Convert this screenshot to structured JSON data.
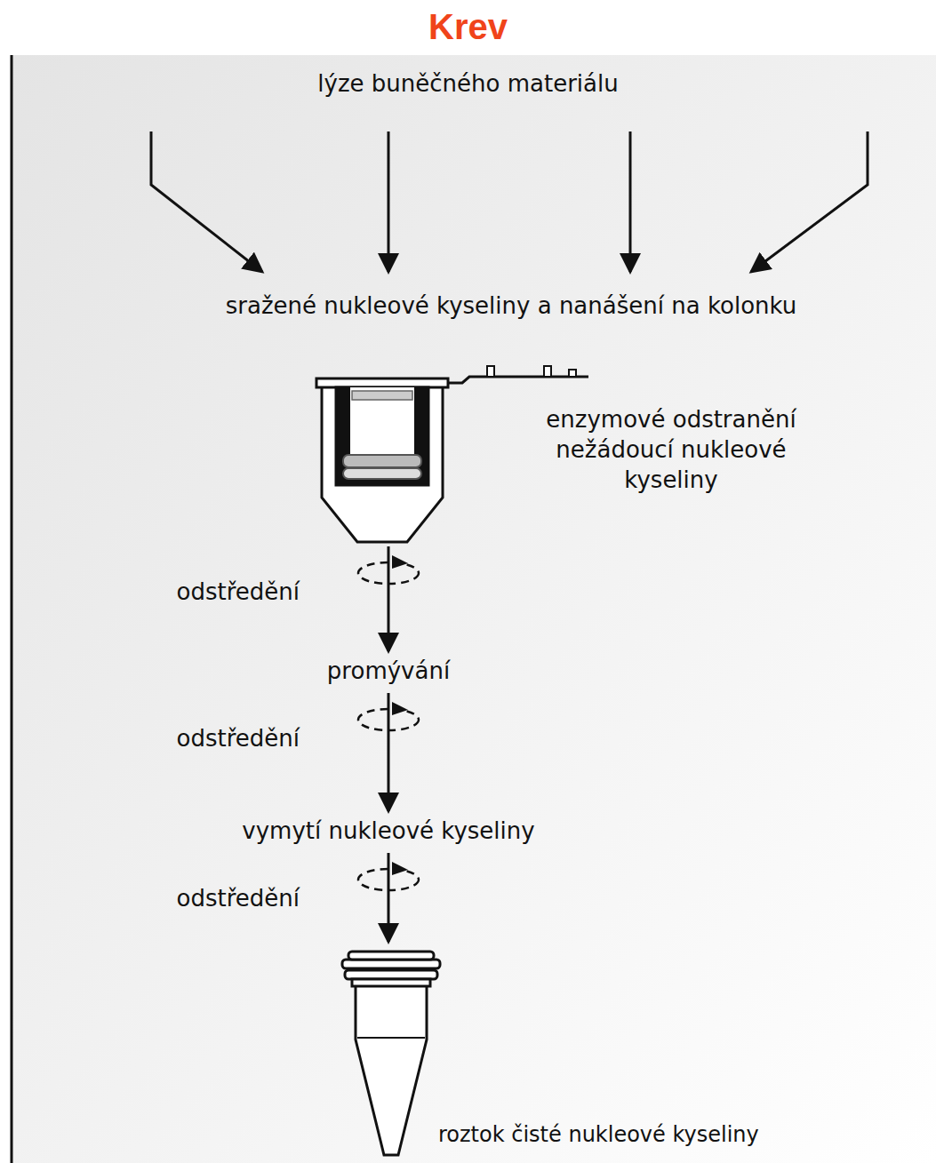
{
  "diagram": {
    "title": "Krev",
    "nodes": [
      {
        "text": [
          "lýze buněčného materiálu"
        ]
      },
      {
        "text": [
          "sražené nukleové kyseliny a nanášení na kolonku"
        ]
      },
      {
        "text": [
          "enzymové odstranění nežádoucí nukleové kyseliny"
        ]
      },
      {
        "text": [
          "promývání"
        ]
      },
      {
        "text": [
          "vymytí nukleové kyseliny"
        ]
      },
      {
        "text": [
          "roztok čisté nukleové kyseliny"
        ]
      }
    ],
    "edges": [
      {
        "from": 0,
        "to": 1,
        "arrow": "to"
      },
      {
        "from": 0,
        "to": 1,
        "arrow": "to"
      },
      {
        "from": 0,
        "to": 1,
        "arrow": "to"
      },
      {
        "from": 0,
        "to": 1,
        "arrow": "to"
      },
      {
        "from": 2,
        "to": 3,
        "label": "odstředění",
        "arrow": "to"
      },
      {
        "from": 3,
        "to": 4,
        "label": "odstředění",
        "arrow": "to"
      },
      {
        "from": 4,
        "to": 5,
        "label": "odstředění",
        "arrow": "to"
      }
    ]
  }
}
